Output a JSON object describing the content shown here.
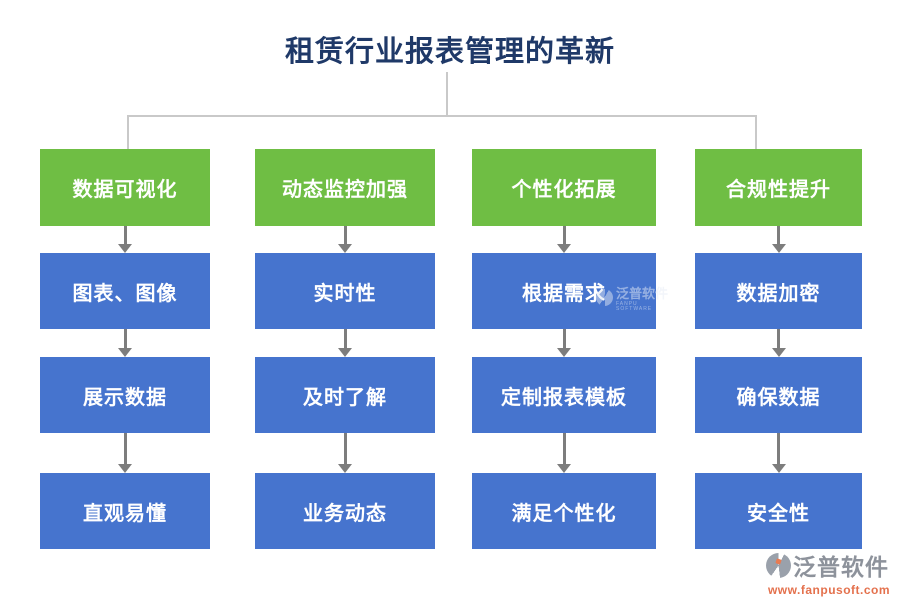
{
  "title": "租赁行业报表管理的革新",
  "colors": {
    "title_text": "#1F3968",
    "header_box": "#6FBE44",
    "step_box": "#4674CE",
    "box_text": "#FFFFFF",
    "connector_line": "#C9C9C9",
    "arrow": "#7D7D7D",
    "footer_logo_text": "#8D929B",
    "footer_logo_url": "#E4714D",
    "footer_logo_accent": "#E87B52"
  },
  "columns": [
    {
      "header": "数据可视化",
      "steps": [
        "图表、图像",
        "展示数据",
        "直观易懂"
      ]
    },
    {
      "header": "动态监控加强",
      "steps": [
        "实时性",
        "及时了解",
        "业务动态"
      ]
    },
    {
      "header": "个性化拓展",
      "steps": [
        "根据需求",
        "定制报表模板",
        "满足个性化"
      ]
    },
    {
      "header": "合规性提升",
      "steps": [
        "数据加密",
        "确保数据",
        "安全性"
      ]
    }
  ],
  "watermark": {
    "name": "泛普软件",
    "subtext": "FANPU SOFTWARE"
  },
  "footer_logo": {
    "name": "泛普软件",
    "url": "www.fanpusoft.com"
  }
}
